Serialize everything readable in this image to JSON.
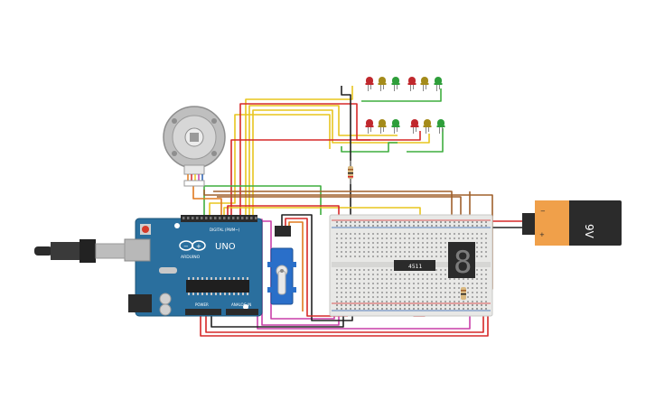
{
  "canvas": {
    "background": "#ffffff"
  },
  "arduino": {
    "brand": "UNO",
    "logo_text": "ARDUINO",
    "digital_header": "DIGITAL (PWM~)",
    "power_label": "POWER",
    "analog_label": "ANALOG IN",
    "color": "#2a6f9e"
  },
  "battery": {
    "label": "9V",
    "color": "#f0a04a"
  },
  "ic": {
    "label": "4511"
  },
  "seven_segment": {
    "digit": "8"
  },
  "colors": {
    "wire_red": "#d62828",
    "wire_black": "#222222",
    "wire_yellow": "#e8c51f",
    "wire_green": "#3fae3f",
    "wire_brown": "#a0602c",
    "wire_orange": "#e07a1f",
    "wire_magenta": "#c93fa8",
    "led_red": "#c0282d",
    "led_yellow": "#a48b1a",
    "led_green": "#2e9e3a"
  },
  "icons": [
    "usb-cable-icon",
    "stepper-motor-icon",
    "servo-icon",
    "battery-9v-icon",
    "led-icon",
    "resistor-icon"
  ]
}
